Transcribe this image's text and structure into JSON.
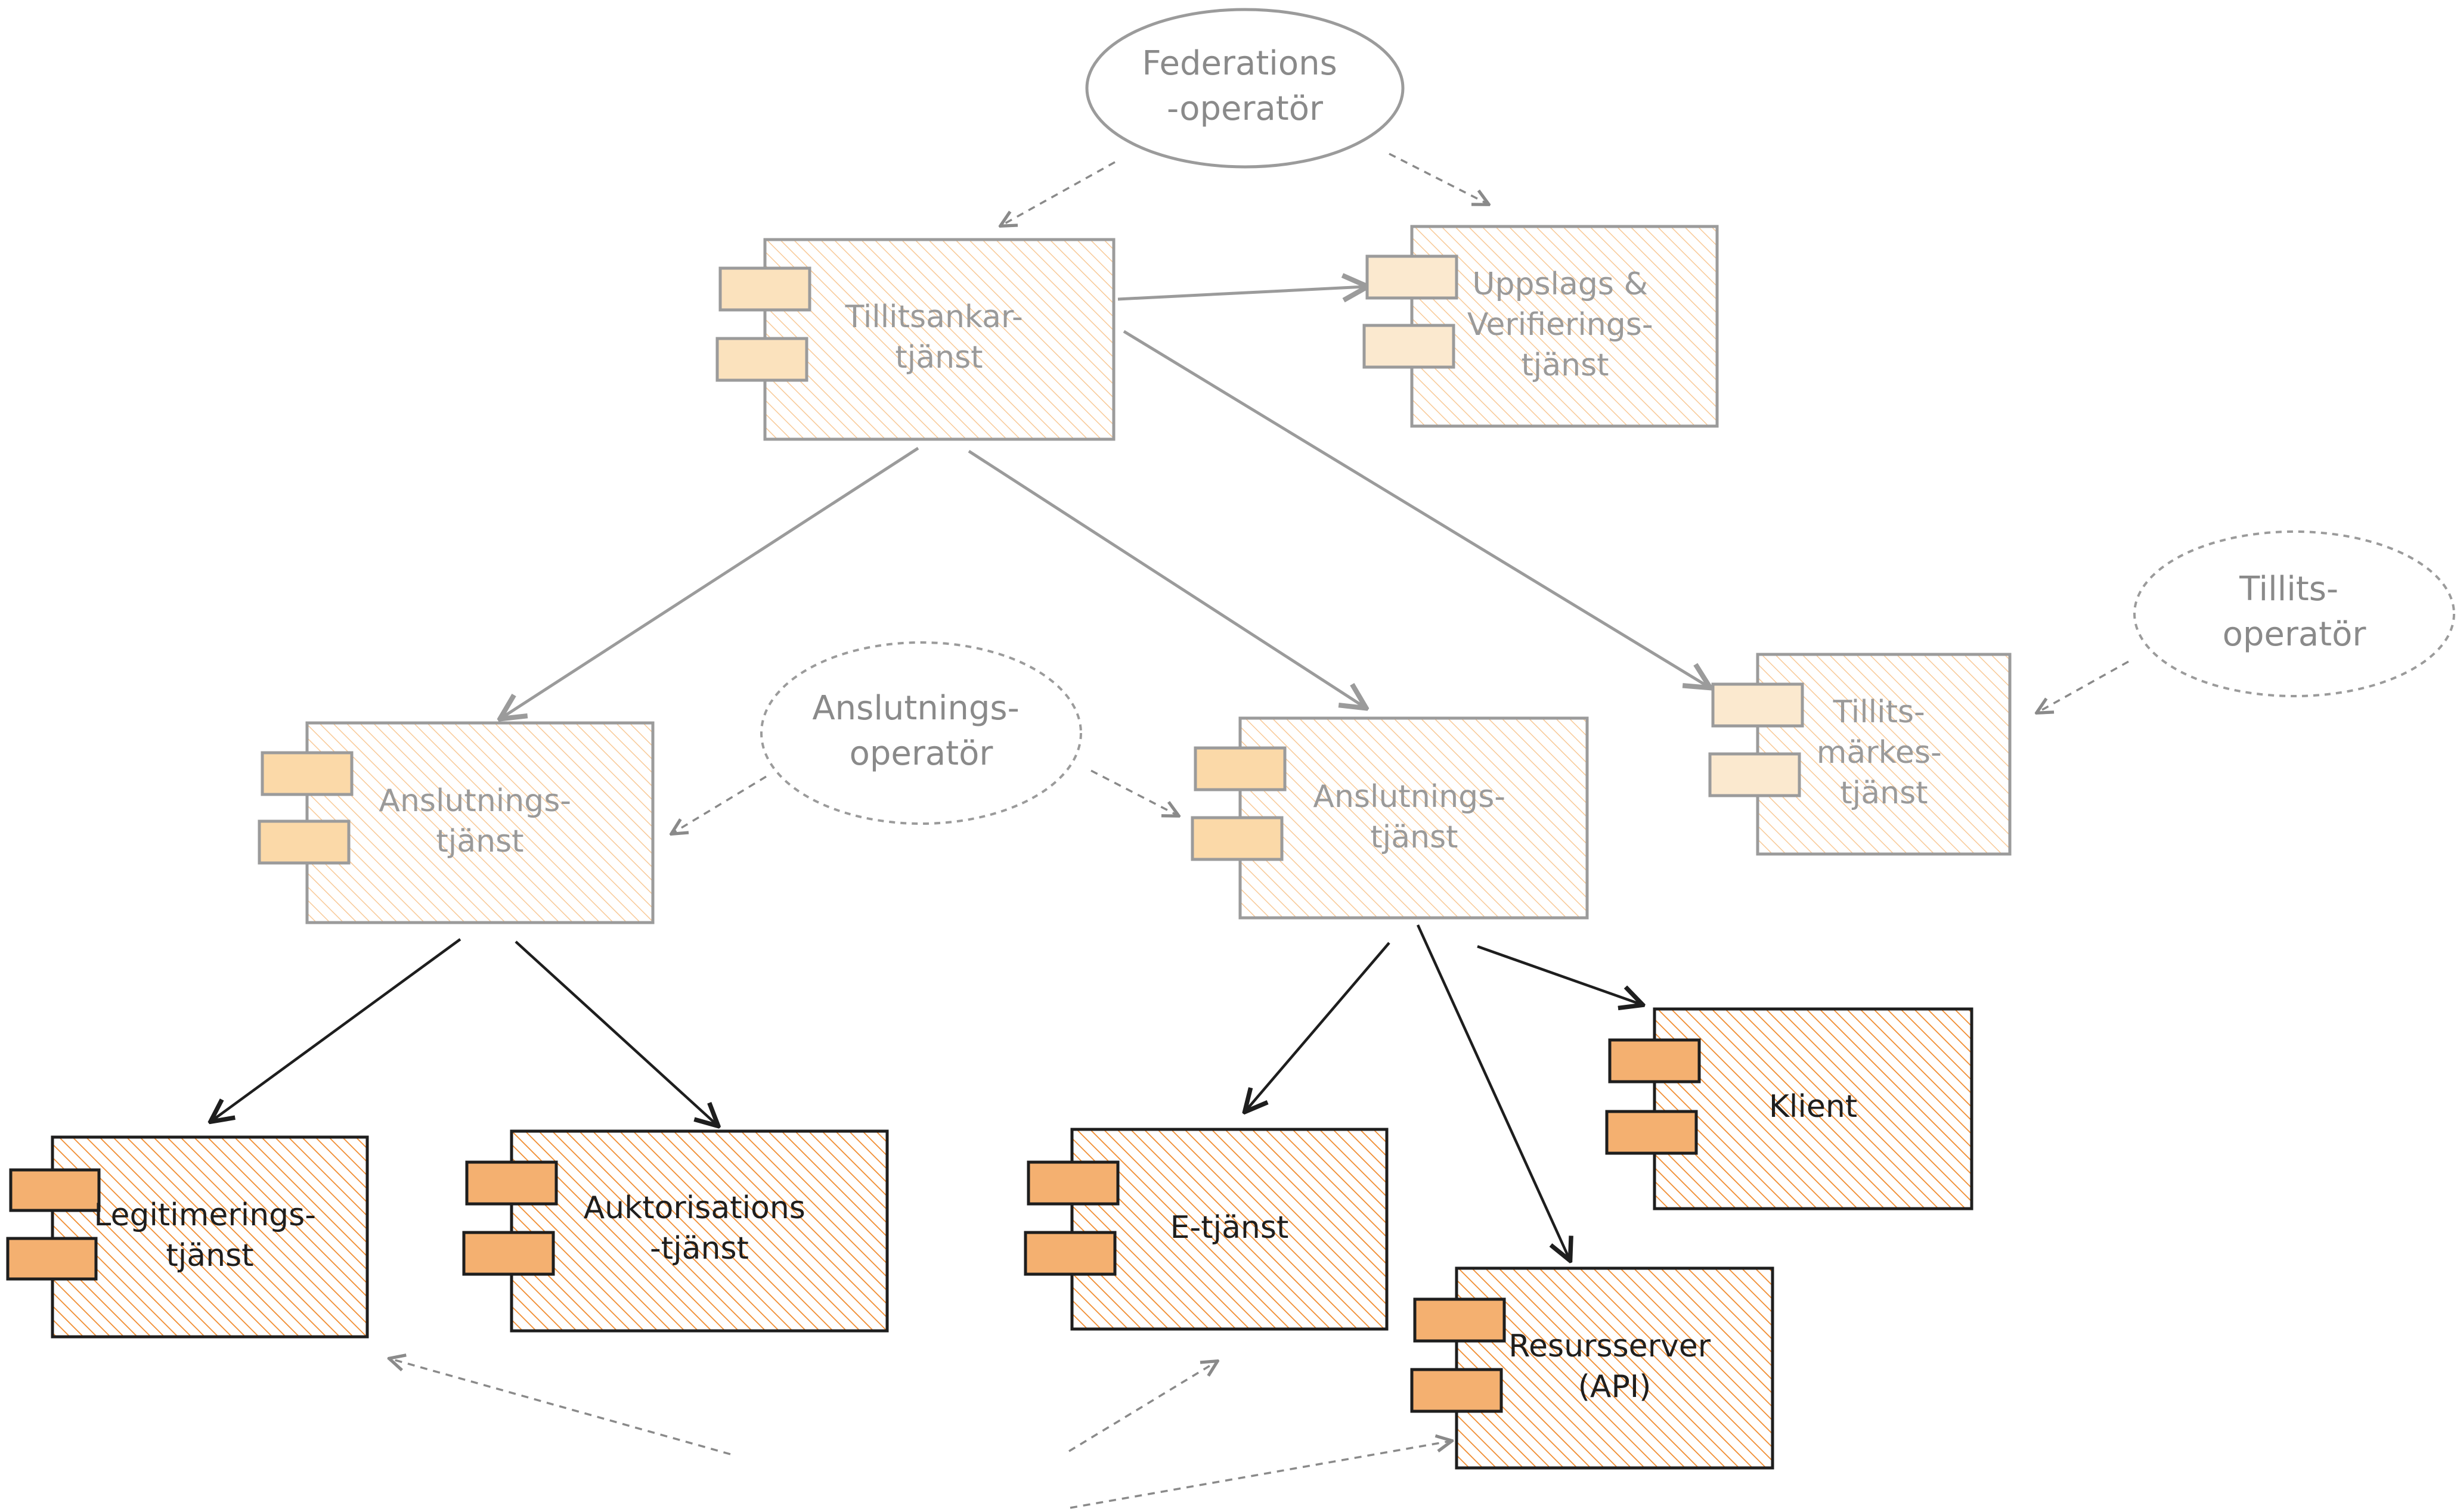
{
  "colors": {
    "hatch_solid": "#f08a2c",
    "hatch_faded": "#f6c48f",
    "stroke_solid": "#1e1e1e",
    "stroke_faded": "#9b9b9b",
    "dashed": "#8a8a8a"
  },
  "operators": {
    "federation": [
      "Federations",
      "-operatör"
    ],
    "trustmark": [
      "Tillits-",
      "operatör"
    ],
    "connection": [
      "Anslutnings-",
      "operatör"
    ]
  },
  "components": {
    "trust_anchor": [
      "Tillitsankar-",
      "tjänst"
    ],
    "lookup": [
      "Uppslags &",
      "Verifierings-",
      "tjänst"
    ],
    "trustmark_service": [
      "Tillits-",
      "märkes-",
      "tjänst"
    ],
    "connection_left": [
      "Anslutnings-",
      "tjänst"
    ],
    "connection_right": [
      "Anslutnings-",
      "tjänst"
    ],
    "identity": [
      "Legitimerings-",
      "tjänst"
    ],
    "authorization": [
      "Auktorisations",
      "-tjänst"
    ],
    "eservice": [
      "E-tjänst"
    ],
    "client": [
      "Klient"
    ],
    "resource_server": [
      "Resursserver",
      "(API)"
    ]
  }
}
